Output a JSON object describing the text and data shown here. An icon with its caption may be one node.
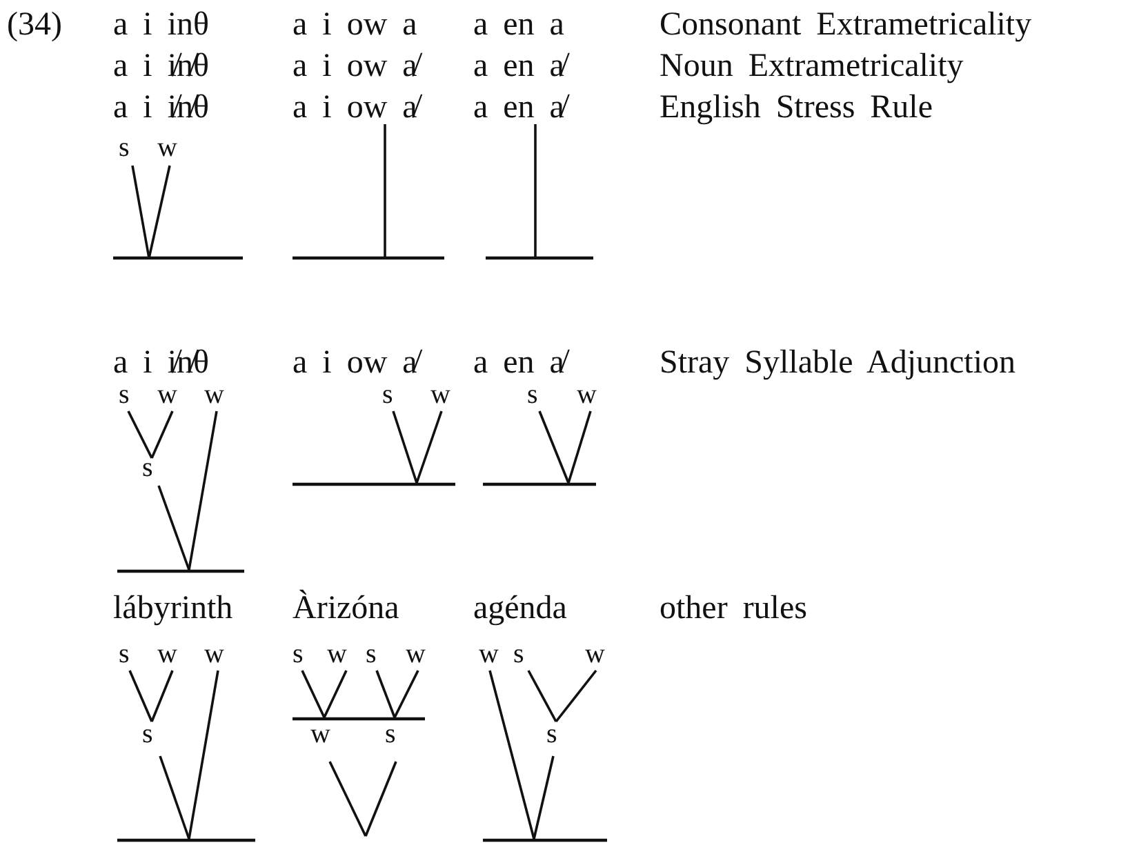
{
  "diagram": {
    "labels": [
      "(34)",
      "a i inθ",
      "a i ow a",
      "a en a",
      "Consonant Extrametricality",
      "a i i̸n̸θ",
      "a i ow a̸",
      "a en a̸",
      "Noun Extrametricality",
      "a i i̸n̸θ",
      "a i ow a̸",
      "a en a̸",
      "English Stress Rule",
      "s",
      "w",
      "a i i̸n̸θ",
      "a i ow a̸",
      "a en a̸",
      "Stray Syllable Adjunction",
      "s",
      "w",
      "w",
      "s",
      "w",
      "s",
      "w",
      "s",
      "lábyrinth",
      "Àrizóna",
      "agénda",
      "other rules",
      "s",
      "w",
      "w",
      "s",
      "w",
      "s",
      "w",
      "w",
      "s",
      "w",
      "s",
      "w",
      "s",
      "s"
    ]
  }
}
